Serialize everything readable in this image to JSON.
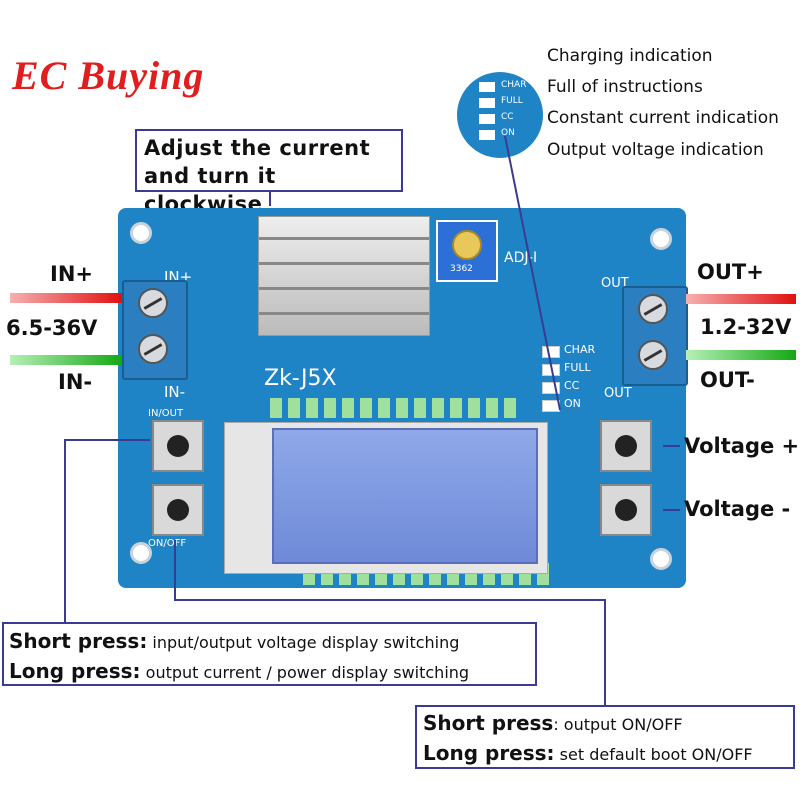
{
  "brand": "EC Buying",
  "board_label": "Zk-J5X",
  "adjust_label": "ADJ-I",
  "pot_code": "3362",
  "indications": [
    "Charging indication",
    "Full of instructions",
    "Constant current indication",
    "Output voltage indication"
  ],
  "led_labels": [
    "CHAR",
    "FULL",
    "CC",
    "ON"
  ],
  "adjust_note": [
    "Adjust the current",
    "and turn it clockwise"
  ],
  "input": {
    "plus": "IN+",
    "minus": "IN-",
    "range": "6.5-36V",
    "silk_plus": "IN+",
    "silk_minus": "IN-"
  },
  "output": {
    "plus": "OUT+",
    "minus": "OUT-",
    "range": "1.2-32V",
    "silk_top": "OUT",
    "silk_bottom": "OUT"
  },
  "buttons": {
    "in_out_label": "IN/OUT",
    "on_off_label": "ON/OFF",
    "voltage_plus": "Voltage +",
    "voltage_minus": "Voltage -"
  },
  "left_note": {
    "short_key": "Short press:",
    "short_text": "input/output voltage display switching",
    "long_key": "Long press:",
    "long_text": "output current / power display switching"
  },
  "right_note": {
    "short_key": "Short press",
    "short_text": ": output ON/OFF",
    "long_key": "Long press:",
    "long_text": "set default boot ON/OFF"
  },
  "colors": {
    "board": "#1f84c6",
    "brand": "#e21d1d",
    "callout_border": "#3a3c94",
    "arrow_in": "#e01010",
    "arrow_out": "#14a814"
  }
}
